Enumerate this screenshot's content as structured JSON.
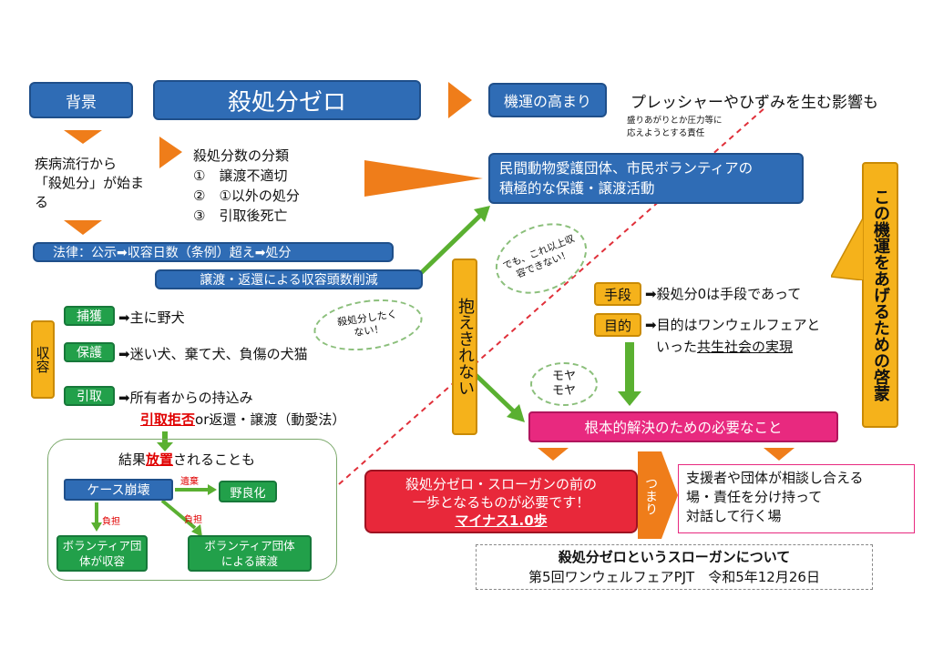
{
  "header": {
    "background_label": "背景",
    "main_title": "殺処分ゼロ",
    "momentum_label": "機運の高まり",
    "pressure_text": "プレッシャーやひずみを生む影響も",
    "pressure_note": "盛りあがりとか圧力等に\n応えようとする責任"
  },
  "background": {
    "outbreak_text": "疾病流行から\n「殺処分」が始ま\nる",
    "classification_title": "殺処分数の分類",
    "classification_items": [
      "①　譲渡不適切",
      "②　①以外の処分",
      "③　引取後死亡"
    ]
  },
  "civil": {
    "text": "民間動物愛護団体、市民ボランティアの\n積極的な保護・譲渡活動"
  },
  "vertical_banner": "この機運をあげるための啓蒙",
  "law": {
    "law_text": "法律：公示➡収容日数（条例）超え➡処分",
    "transfer_text": "譲渡・返還による収容頭数削減"
  },
  "overflow_label": "抱えきれない",
  "clouds": {
    "no_more": "でも、これ以上収\n容できない！",
    "no_kill": "殺処分したく\nない！",
    "moya": "モヤ\nモヤ"
  },
  "means": {
    "means_label": "手段",
    "means_text": "➡殺処分0は手段であって",
    "purpose_label": "目的",
    "purpose_text_1": "➡目的はワンウェルフェアと",
    "purpose_text_2_pre": "いった",
    "purpose_text_2_ul": "共生社会の実現"
  },
  "shelter": {
    "label": "収容",
    "capture_label": "捕獲",
    "capture_text": "➡主に野犬",
    "protect_label": "保護",
    "protect_text": "➡迷い犬、棄て犬、負傷の犬猫",
    "take_label": "引取",
    "take_text": "➡所有者からの持込み",
    "refusal_red": "引取拒否",
    "refusal_rest": "or返還・譲渡（動愛法）"
  },
  "consequence": {
    "title_pre": "結果",
    "title_red": "放置",
    "title_post": "されることも",
    "breakdown": "ケース崩壊",
    "abandon_label": "遺棄",
    "feral": "野良化",
    "burden_1": "負担",
    "burden_2": "負担",
    "vol_shelter": "ボランティア団\n体が収容",
    "vol_transfer": "ボランティア団体\nによる譲渡"
  },
  "root": {
    "label": "根本的解決のための必要なこと"
  },
  "slogan": {
    "text": "殺処分ゼロ・スローガンの前の\n一歩となるものが必要です！",
    "minus": "マイナス1.0歩"
  },
  "tsumari": "つまり",
  "support": {
    "text": "支援者や団体が相談し合える\n場・責任を分け持って\n対話して行く場"
  },
  "footer": {
    "title": "殺処分ゼロというスローガンについて",
    "subtitle": "第5回ワンウェルフェアPJT　令和5年12月26日"
  },
  "colors": {
    "blue": "#2f6cb5",
    "green": "#22a04a",
    "orange_arrow": "#ef7d1a",
    "yellow": "#f5b21b",
    "red_box": "#e8283a",
    "pink_box": "#e8297f",
    "red_text": "#e00000"
  }
}
